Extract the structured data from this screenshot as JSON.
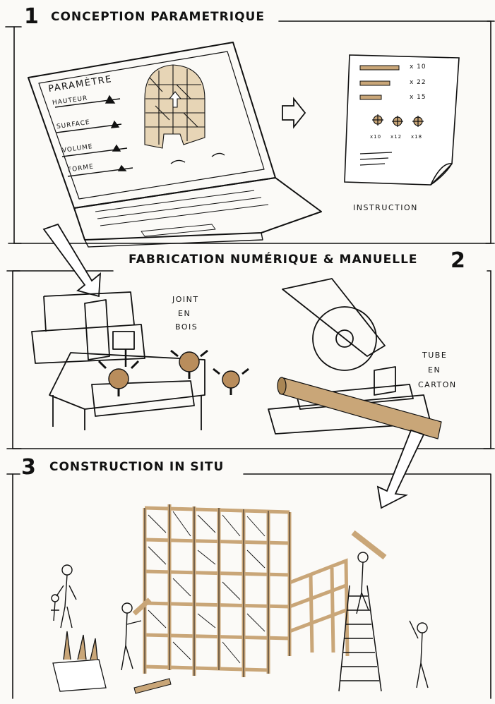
{
  "sections": [
    {
      "number": "1",
      "title": "CONCEPTION PARAMETRIQUE",
      "laptop": {
        "panel_title": "PARAMÈTRE",
        "params": [
          "HAUTEUR",
          "SURFACE",
          "VOLUME",
          "FORME"
        ]
      },
      "instruction": {
        "lines": [
          "x 10",
          "x 22",
          "x 15"
        ],
        "joints": [
          "x10",
          "x12",
          "x18"
        ],
        "caption": "INSTRUCTION"
      }
    },
    {
      "number": "2",
      "title": "FABRICATION NUMÉRIQUE & MANUELLE",
      "label_joint": [
        "JOINT",
        "EN",
        "BOIS"
      ],
      "label_tube": [
        "TUBE",
        "EN",
        "CARTON"
      ]
    },
    {
      "number": "3",
      "title": "CONSTRUCTION IN SITU"
    }
  ],
  "colors": {
    "ink": "#111111",
    "cardboard": "#c9a678",
    "paper": "#fbfaf7"
  }
}
